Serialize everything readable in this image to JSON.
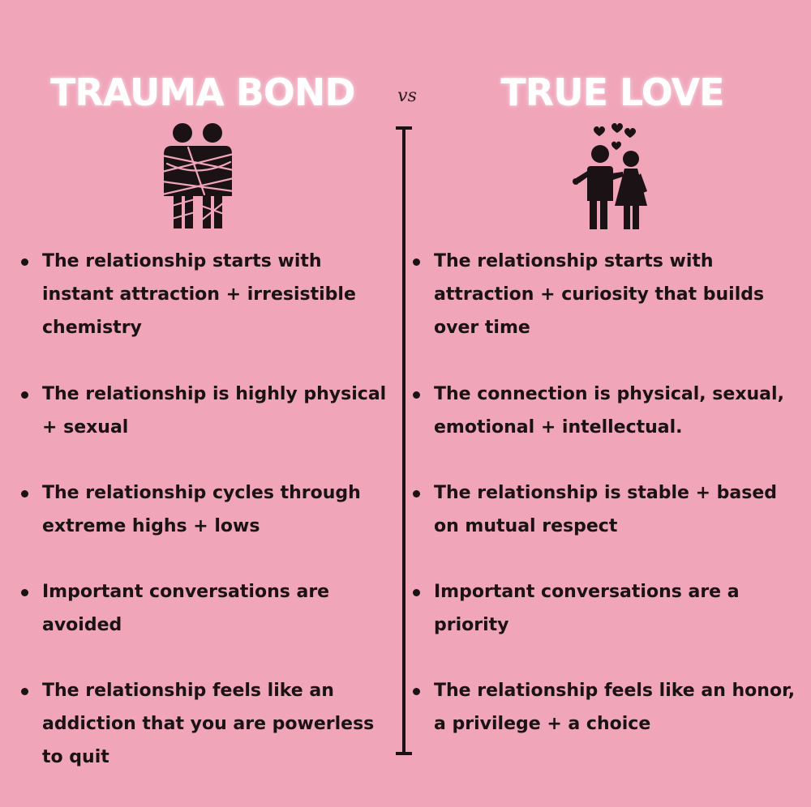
{
  "left": {
    "heading": "TRAUMA BOND",
    "icon": "wrapped-couple-icon",
    "points": [
      "The relationship starts with instant attraction + irresistible chemistry",
      "The relationship is highly physical + sexual",
      "The relationship cycles through extreme highs + lows",
      "Important conversations are avoided",
      "The relationship feels like an addiction that you are powerless to quit"
    ]
  },
  "separator": "vs",
  "right": {
    "heading": "TRUE LOVE",
    "icon": "couple-with-hearts-icon",
    "points": [
      "The relationship starts with attraction + curiosity that builds over time",
      "The connection is physical, sexual, emotional + intellectual.",
      "The relationship is stable + based on mutual respect",
      "Important conversations are a priority",
      "The relationship feels like an honor, a privilege + a choice"
    ]
  },
  "colors": {
    "background": "#f0a5b9",
    "heading": "#ffffff",
    "text": "#1a1214"
  }
}
